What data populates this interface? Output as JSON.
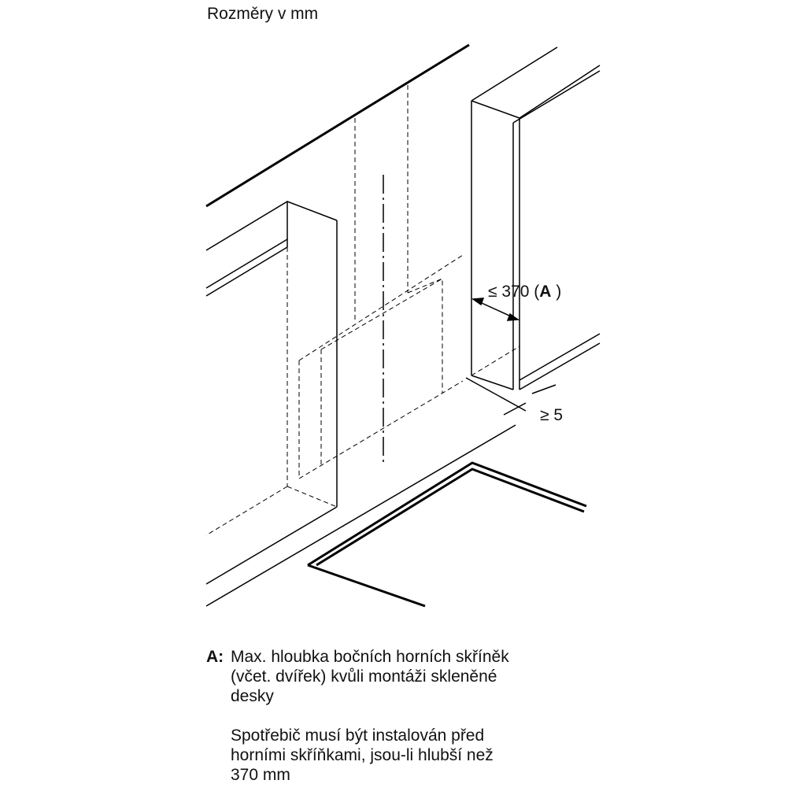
{
  "header": {
    "units_label": "Rozměry v mm"
  },
  "dimensions": {
    "depth_prefix": "≤ 370 (",
    "depth_ref": "A",
    "depth_suffix": " )",
    "gap_label": "≥ 5"
  },
  "legend": {
    "key": "A:",
    "line1": "Max. hloubka bočních horních skříněk",
    "line2": "(včet. dvířek) kvůli montáži skleněné",
    "line3": "desky",
    "note_line1": "Spotřebič musí být instalován před",
    "note_line2": "horními skříňkami, jsou-li hlubší než",
    "note_line3": "370 mm"
  }
}
